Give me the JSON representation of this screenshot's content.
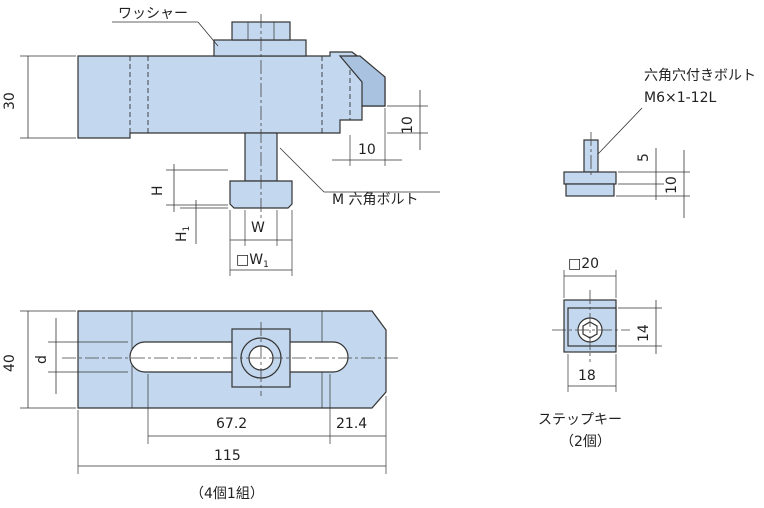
{
  "labels": {
    "washer": "ワッシャー",
    "hex_bolt": "M  六角ボルト",
    "socket_bolt_name": "六角穴付きボルト",
    "socket_bolt_spec": "M6×1-12L",
    "step_key": "ステップキー",
    "step_key_qty": "（2個）",
    "set_note": "（4個1組）"
  },
  "dimensions": {
    "height_30": "30",
    "height_40": "40",
    "dim_10_h": "10",
    "dim_10_v": "10",
    "dim_H": "H",
    "dim_H1": "H",
    "dim_H1_sub": "1",
    "dim_W": "W",
    "dim_W1_box": "□W",
    "dim_W1_sub": "1",
    "dim_d": "d",
    "dim_67_2": "67.2",
    "dim_21_4": "21.4",
    "dim_115": "115",
    "dim_5": "5",
    "dim_10_bolt": "10",
    "dim_20_box": "□20",
    "dim_14": "14",
    "dim_18": "18"
  },
  "colors": {
    "part_fill": "#c3d7ee",
    "line": "#333333"
  }
}
